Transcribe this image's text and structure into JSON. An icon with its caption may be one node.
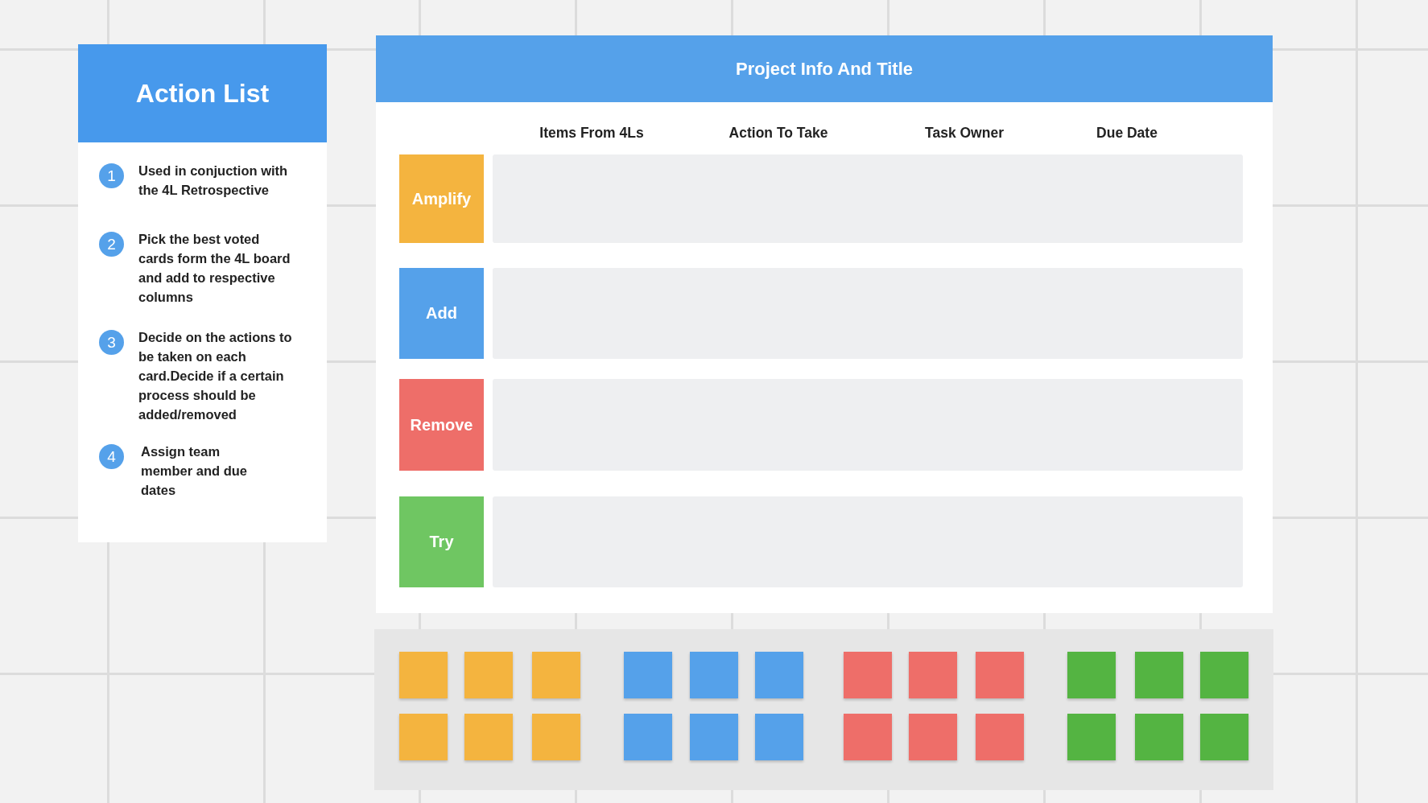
{
  "diagram": {
    "nodes": [
      {
        "text": [
          "Action List"
        ]
      },
      {
        "text": [
          "1"
        ],
        "beside": [
          "Used in conjuction with the 4L Retrospective"
        ],
        "in": 0
      },
      {
        "text": [
          "2"
        ],
        "beside": [
          "Pick the best voted cards form the 4L board and add to respective columns"
        ],
        "in": 0
      },
      {
        "text": [
          "3"
        ],
        "beside": [
          "Decide on the actions to be taken on each card.Decide if a certain process should be added/removed"
        ],
        "in": 0
      },
      {
        "text": [
          "4"
        ],
        "beside": [
          "Assign team member and due dates"
        ],
        "in": 0
      },
      {
        "text": [
          "Project Info And Title"
        ]
      },
      {
        "text": [
          "Amplify"
        ],
        "in": 5
      },
      {
        "text": [],
        "shape": "bar",
        "in": 5
      },
      {
        "text": [
          "Add"
        ],
        "in": 5
      },
      {
        "text": [],
        "shape": "bar",
        "in": 5
      },
      {
        "text": [
          "Remove"
        ],
        "in": 5
      },
      {
        "text": [],
        "shape": "bar",
        "in": 5
      },
      {
        "text": [
          "Try"
        ],
        "in": 5
      },
      {
        "text": [],
        "shape": "bar",
        "in": 5
      },
      {
        "text": [],
        "shape": "box"
      },
      {
        "text": [],
        "shape": "box",
        "in": 14
      },
      {
        "text": [],
        "shape": "box",
        "in": 14
      },
      {
        "text": [],
        "shape": "box",
        "in": 14
      },
      {
        "text": [],
        "shape": "box",
        "in": 14
      },
      {
        "text": [],
        "shape": "box",
        "in": 14
      },
      {
        "text": [],
        "shape": "box",
        "in": 14
      },
      {
        "text": [],
        "shape": "box",
        "in": 14
      },
      {
        "text": [],
        "shape": "box",
        "in": 14
      },
      {
        "text": [],
        "shape": "box",
        "in": 14
      },
      {
        "text": [],
        "shape": "box",
        "in": 14
      },
      {
        "text": [],
        "shape": "box",
        "in": 14
      },
      {
        "text": [],
        "shape": "box",
        "in": 14
      },
      {
        "text": [],
        "shape": "box",
        "in": 14
      },
      {
        "text": [],
        "shape": "box",
        "in": 14
      },
      {
        "text": [],
        "shape": "box",
        "in": 14
      },
      {
        "text": [],
        "shape": "box",
        "in": 14
      },
      {
        "text": [],
        "shape": "box",
        "in": 14
      },
      {
        "text": [],
        "shape": "box",
        "in": 14
      },
      {
        "text": [],
        "shape": "box",
        "in": 14
      },
      {
        "text": [],
        "shape": "box",
        "in": 14
      },
      {
        "text": [],
        "shape": "box",
        "in": 14
      },
      {
        "text": [],
        "shape": "box",
        "in": 14
      },
      {
        "text": [],
        "shape": "box",
        "in": 14
      },
      {
        "text": [],
        "shape": "box",
        "in": 14
      }
    ],
    "labels": [
      "Items From 4Ls",
      "Action To Take",
      "Task Owner",
      "Due Date"
    ]
  }
}
